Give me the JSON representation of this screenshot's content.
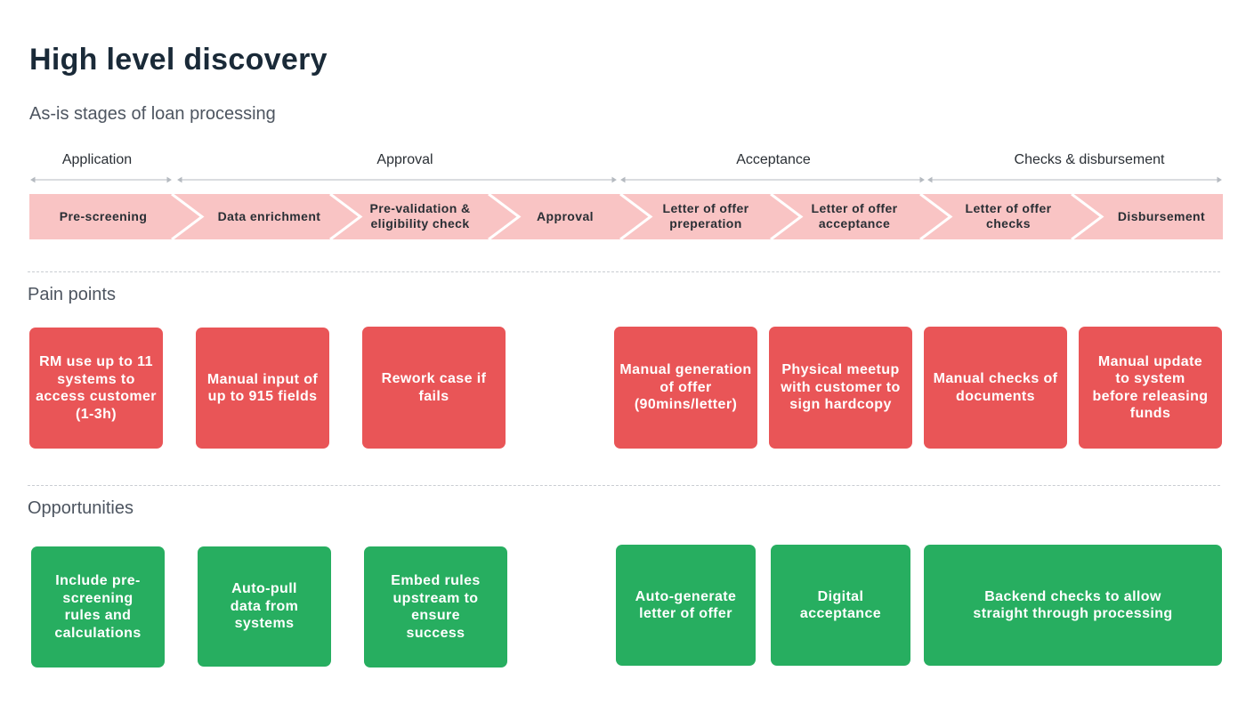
{
  "header": {
    "title": "High level discovery",
    "subtitle": "As-is stages of loan processing"
  },
  "phases": [
    {
      "label": "Application"
    },
    {
      "label": "Approval"
    },
    {
      "label": "Acceptance"
    },
    {
      "label": "Checks & disbursement"
    }
  ],
  "stages": [
    {
      "line1": "Pre-screening",
      "line2": ""
    },
    {
      "line1": "Data enrichment",
      "line2": ""
    },
    {
      "line1": "Pre-validation &",
      "line2": "eligibility check"
    },
    {
      "line1": "Approval",
      "line2": ""
    },
    {
      "line1": "Letter of offer",
      "line2": "preperation"
    },
    {
      "line1": "Letter of offer",
      "line2": "acceptance"
    },
    {
      "line1": "Letter of offer",
      "line2": "checks"
    },
    {
      "line1": "Disbursement",
      "line2": ""
    }
  ],
  "sections": {
    "pain_label": "Pain points",
    "opp_label": "Opportunities"
  },
  "pain_points": [
    "RM use up to 11 systems to access customer (1-3h)",
    "Manual input of up to 915 fields",
    "Rework case if fails",
    "Manual generation of offer (90mins/letter)",
    "Physical meetup with customer to sign hardcopy",
    "Manual checks of documents",
    "Manual update to system before releasing funds"
  ],
  "opportunities": [
    "Include pre-screening rules and calculations",
    "Auto-pull data from systems",
    "Embed rules upstream to ensure success",
    "Auto-generate letter of offer",
    "Digital acceptance",
    "Backend checks to allow straight through processing"
  ],
  "colors": {
    "stage_fill": "#f9c4c4",
    "pain": "#e95557",
    "opportunity": "#27ae60",
    "title": "#1a2a38"
  }
}
